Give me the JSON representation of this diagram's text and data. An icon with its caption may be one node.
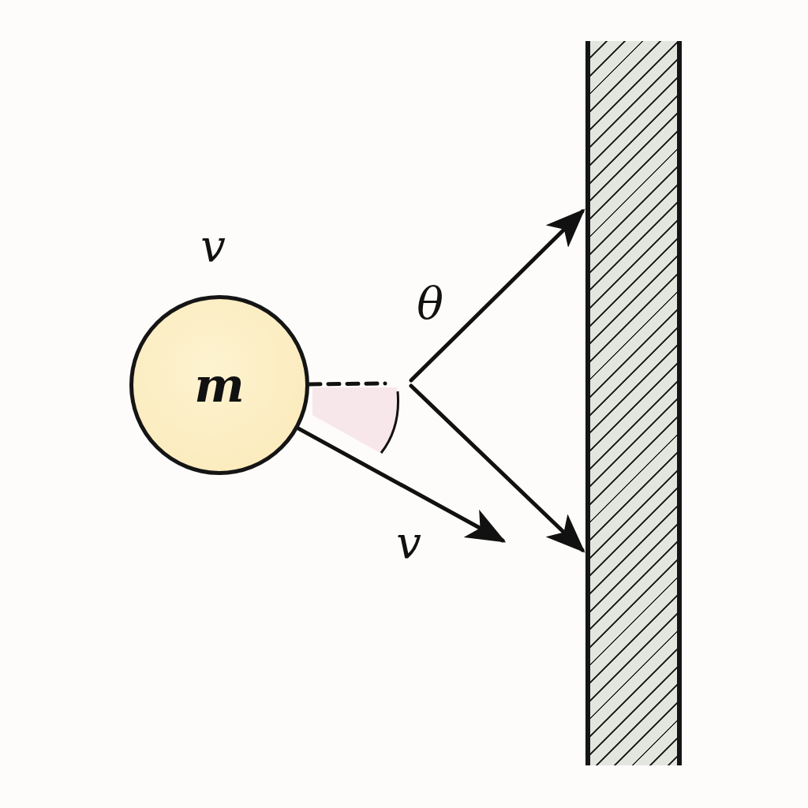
{
  "diagram": {
    "nodes": [
      {
        "text": [
          "m"
        ],
        "beside": [
          "v"
        ]
      },
      {
        "text": [],
        "shape": "box"
      }
    ],
    "edges": [
      {
        "from": 0,
        "to": null,
        "arrow": "to"
      },
      {
        "from": null,
        "to": 1,
        "arrow": "to"
      },
      {
        "from": null,
        "to": 1,
        "arrow": "to"
      },
      {
        "from": 0,
        "to": null,
        "arrow": "none",
        "style": "dashed"
      }
    ],
    "labels": [
      "θ",
      "v"
    ]
  }
}
